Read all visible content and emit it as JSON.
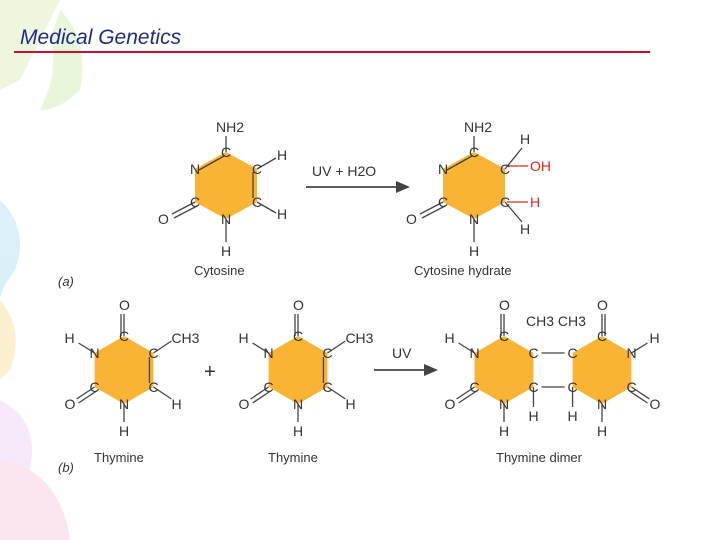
{
  "slide": {
    "title": "Medical Genetics"
  },
  "colors": {
    "ring": "#f9b335",
    "accent_red": "#e1251b",
    "title": "#1f2b8a",
    "rule": "#c8102e"
  },
  "panel_a": {
    "label": "(a)",
    "reaction": "UV + H2O",
    "reactant": {
      "name": "Cytosine",
      "atoms": {
        "nh2": "NH2",
        "c4": "C",
        "c5": "C",
        "c6": "C",
        "c2": "C",
        "n3": "N",
        "n1": "N",
        "o": "O",
        "h5": "H",
        "h6": "H",
        "h1": "H"
      }
    },
    "product": {
      "name": "Cytosine hydrate",
      "atoms": {
        "nh2": "NH2",
        "c4": "C",
        "c5": "C",
        "c6": "C",
        "c2": "C",
        "n3": "N",
        "n1": "N",
        "o": "O",
        "h5": "H",
        "h6": "H",
        "h1": "H",
        "oh": "OH",
        "h_add": "H"
      }
    }
  },
  "panel_b": {
    "label": "(b)",
    "reaction": "UV",
    "plus": "+",
    "thymine_1": {
      "name": "Thymine"
    },
    "thymine_2": {
      "name": "Thymine"
    },
    "dimer": {
      "name": "Thymine dimer",
      "methyls": "CH3 CH3"
    },
    "atom_labels": {
      "n": "N",
      "c": "C",
      "o": "O",
      "h": "H",
      "ch3": "CH3"
    }
  }
}
